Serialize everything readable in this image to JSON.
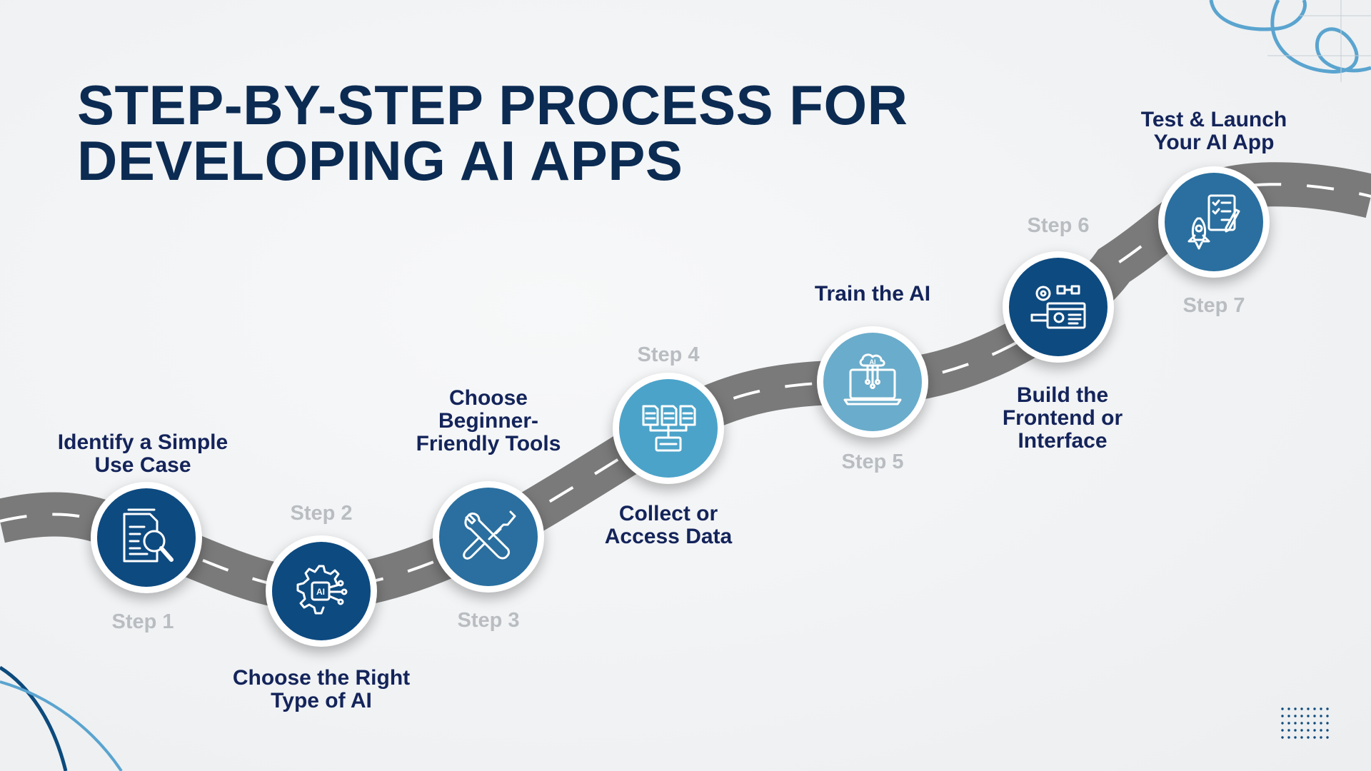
{
  "title_lines": [
    "STEP-BY-STEP PROCESS FOR",
    "DEVELOPING AI APPS"
  ],
  "colors": {
    "title": "#0c2b52",
    "step_label": "#b9bdc1",
    "description": "#14245a",
    "road": "#7a7a7a",
    "road_dash": "#ffffff",
    "deco_light": "#5aa4cf",
    "deco_dark": "#0c4a7c"
  },
  "steps": [
    {
      "label": "Step 1",
      "description": [
        "Identify a Simple",
        "Use Case"
      ],
      "icon": "document-search-icon",
      "color": "#0d4a80"
    },
    {
      "label": "Step 2",
      "description": [
        "Choose the Right",
        "Type of AI"
      ],
      "icon": "ai-gear-icon",
      "color": "#0d4a80"
    },
    {
      "label": "Step 3",
      "description": [
        "Choose",
        "Beginner-",
        "Friendly Tools"
      ],
      "icon": "wrench-screwdriver-icon",
      "color": "#2a6f9f"
    },
    {
      "label": "Step 4",
      "description": [
        "Collect or",
        "Access Data"
      ],
      "icon": "data-documents-icon",
      "color": "#4ba3c9"
    },
    {
      "label": "Step 5",
      "description": [
        "Train the AI"
      ],
      "icon": "ai-laptop-icon",
      "color": "#6aaccb"
    },
    {
      "label": "Step 6",
      "description": [
        "Build the",
        "Frontend or",
        "Interface"
      ],
      "icon": "frontend-interface-icon",
      "color": "#0d4a80"
    },
    {
      "label": "Step 7",
      "description": [
        "Test & Launch",
        "Your AI App"
      ],
      "icon": "rocket-checklist-icon",
      "color": "#2a6f9f"
    }
  ]
}
